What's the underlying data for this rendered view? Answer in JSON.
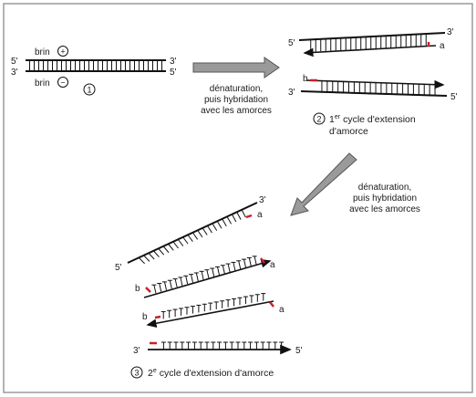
{
  "panel1": {
    "strand_plus_label": "brin",
    "strand_minus_label": "brin",
    "plus_sign": "+",
    "minus_sign": "−",
    "end_5_top": "5'",
    "end_3_top": "3'",
    "end_3_bottom": "3'",
    "end_5_bottom": "5'",
    "step_number": "1"
  },
  "arrow1": {
    "line1": "dénaturation,",
    "line2": "puis hybridation",
    "line3": "avec les amorces"
  },
  "panel2": {
    "top_5": "5'",
    "top_3": "3'",
    "top_primer": "a",
    "bottom_primer": "b",
    "bottom_3": "3'",
    "bottom_5": "5'",
    "step_number": "2",
    "caption_pre": "1",
    "caption_sup": "er",
    "caption_line1": "cycle d'extension",
    "caption_line2": "d'amorce"
  },
  "arrow2": {
    "line1": "dénaturation,",
    "line2": "puis hybridation",
    "line3": "avec les amorces"
  },
  "panel3": {
    "s1_3": "3'",
    "s1_a": "a",
    "s1_5": "5'",
    "s2_b": "b",
    "s2_a": "a",
    "s3_b": "b",
    "s3_a": "a",
    "s4_3": "3'",
    "s4_5": "5'",
    "step_number": "3",
    "caption_pre": "2",
    "caption_sup": "e",
    "caption_rest": "cycle d'extension d'amorce"
  },
  "colors": {
    "primer": "#c8202a",
    "arrow_fill": "#9a9a9a",
    "strand": "#111111",
    "frame": "#9a9a9a"
  }
}
